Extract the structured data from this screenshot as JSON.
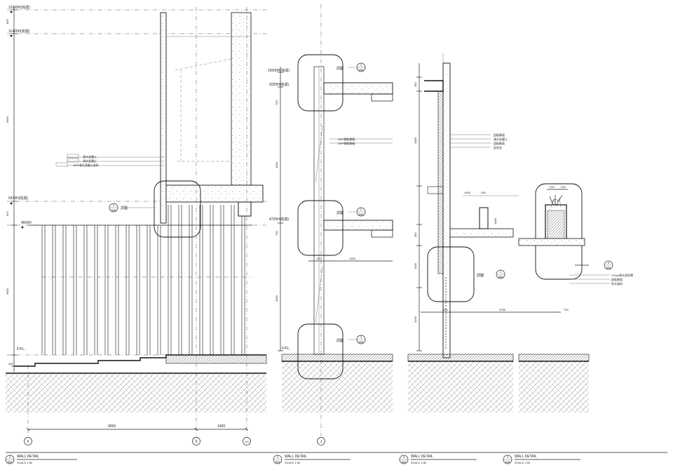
{
  "levels": {
    "l12200": "12200H(完成)",
    "l11420": "11420H(完成)",
    "l5470": "5470H(完成)",
    "l4600": "4600H",
    "l10000": "10000H(完成)",
    "l9320": "9320H(完成)",
    "l4720": "4720H(完成)",
    "fpl": "F.P.L."
  },
  "dims_left": [
    "800",
    "5950",
    "870",
    "4600",
    "400"
  ],
  "dims_bottom": [
    "4656",
    "1900"
  ],
  "grid_axes": [
    "6",
    "5",
    "1/4",
    "J"
  ],
  "callout_label": "詳圖",
  "callouts": [
    {
      "num": "3",
      "sheet": "506"
    },
    {
      "num": "2",
      "sheet": "506"
    },
    {
      "num": "3",
      "sheet": "506"
    },
    {
      "num": "3",
      "sheet": "506"
    },
    {
      "num": "1",
      "sheet": "506"
    },
    {
      "num": "4",
      "sheet": "506"
    }
  ],
  "dims_mid": [
    "700",
    "4000",
    "700",
    "4000",
    "400",
    "1300"
  ],
  "dims_right": [
    "450",
    "4300",
    "450",
    "1400",
    "3150",
    "1000",
    "200",
    "1000",
    "600",
    "3755",
    "700",
    "240",
    "240"
  ],
  "notes_a": [
    "清水混凝土",
    "清水混凝土",
    "GRP清水混凝土塗料"
  ],
  "notes_b": [
    "GRP鋼板飾板",
    "GRP鋼板飾板"
  ],
  "notes_c": [
    "鋁板飾面",
    "清水混凝土",
    "鋁板飾面",
    "鋁合金"
  ],
  "notes_d": [
    "70mm厚水泥砂漿",
    "鋁板飾面",
    "防水塗料"
  ],
  "title_blocks": [
    {
      "num": "2",
      "sheet": "505",
      "title": "WALL DETAIL",
      "scale": "SCALE 1:50"
    },
    {
      "num": "3",
      "sheet": "505",
      "title": "WALL DETAIL",
      "scale": "SCALE 1:50"
    },
    {
      "num": "3",
      "sheet": "505",
      "title": "WALL DETAIL",
      "scale": "SCALE 1:50"
    },
    {
      "num": "3",
      "sheet": "505",
      "title": "WALL DETAIL",
      "scale": "SCALE 1:50"
    }
  ]
}
